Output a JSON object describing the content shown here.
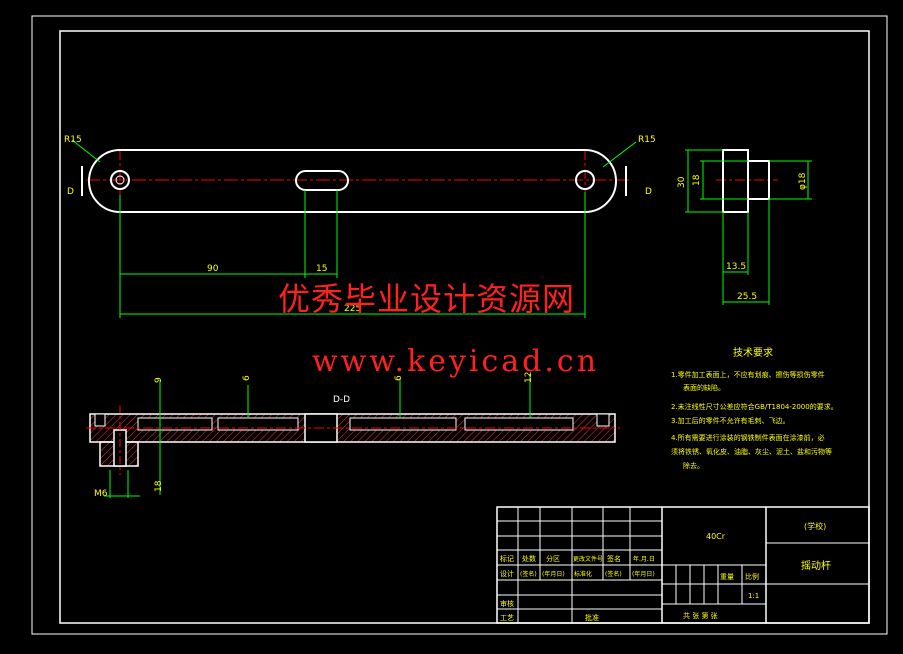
{
  "top_view": {
    "radius_left": "R15",
    "radius_right": "R15",
    "section_left": "D",
    "section_right": "D",
    "dim_90": "90",
    "dim_15": "15",
    "dim_225": "225"
  },
  "side_view": {
    "dim_30": "30",
    "dim_18": "18",
    "dim_phi18": "φ18",
    "dim_13_5": "13.5",
    "dim_25_5": "25.5"
  },
  "section_view": {
    "title": "D-D",
    "dim_9": "9",
    "dim_6a": "6",
    "dim_6b": "6",
    "dim_12": "12",
    "dim_18": "18",
    "thread": "M6"
  },
  "tech_requirements": {
    "heading": "技术要求",
    "items": [
      "1.零件加工表面上，不应有划痕、擦伤等损伤零件",
      "表面的缺陷。",
      "2.未注线性尺寸公差应符合GB/T1804-2000的要求。",
      "3.加工后的零件不允许有毛刺、飞边。",
      "4.所有需要进行涂装的钢铁制件表面在涂漆前，必",
      "须将铁锈、氧化皮、油脂、灰尘、泥土、盐和污物等",
      "除去。"
    ]
  },
  "title_block": {
    "material": "40Cr",
    "school": "(学校)",
    "part_name": "摇动杆",
    "row_labels": {
      "mark": "标记",
      "count": "处数",
      "zone": "分区",
      "change_no": "更改文件号",
      "sign": "签名",
      "date": "年.月.日",
      "design": "设计",
      "signed": "(签名)",
      "ymd": "(年月日)",
      "standardize": "标准化",
      "signed2": "(签名)",
      "ymd2": "(年月日)",
      "review": "审核",
      "process": "工艺",
      "approve": "批准"
    },
    "weight_label": "重量",
    "scale_label": "比例",
    "scale_value": "1:1",
    "sheet_info": "共  张  第  张"
  },
  "watermark": {
    "chinese": "优秀毕业设计资源网",
    "url": "www.keyicad.cn"
  },
  "colors": {
    "background": "#000000",
    "outline": "#ffffff",
    "dimension": "#00ff00",
    "centerline": "#ff0000",
    "hatch": "#ff3030",
    "text": "#ffff00",
    "watermark": "#ff2020"
  }
}
